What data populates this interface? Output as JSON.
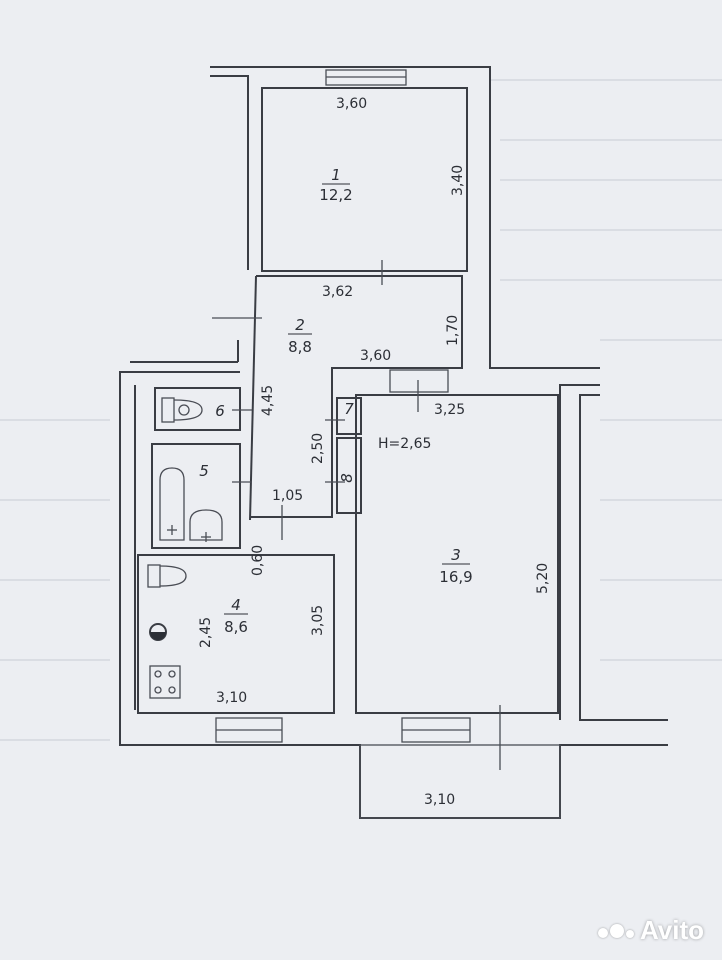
{
  "rooms": {
    "r1": {
      "number": "1",
      "area": "12,2",
      "width": "3,60",
      "depth": "3,40"
    },
    "r2": {
      "number": "2",
      "area": "8,8",
      "width": "3,62",
      "depth": "4,45",
      "side": "1,70",
      "bottom": "3,60"
    },
    "r3": {
      "number": "3",
      "area": "16,9",
      "width": "3,25",
      "depth": "5,20",
      "height": "H=2,65"
    },
    "r4": {
      "number": "4",
      "area": "8,6",
      "width": "3,10",
      "depth": "3,05",
      "left": "2,45",
      "top": "0,60"
    },
    "r5": {
      "number": "5"
    },
    "r6": {
      "number": "6"
    },
    "r7": {
      "number": "7"
    },
    "r8": {
      "number": "8",
      "depth": "2,50"
    }
  },
  "corridor_width": "1,05",
  "balcony_width": "3,10",
  "watermark": "Avito"
}
